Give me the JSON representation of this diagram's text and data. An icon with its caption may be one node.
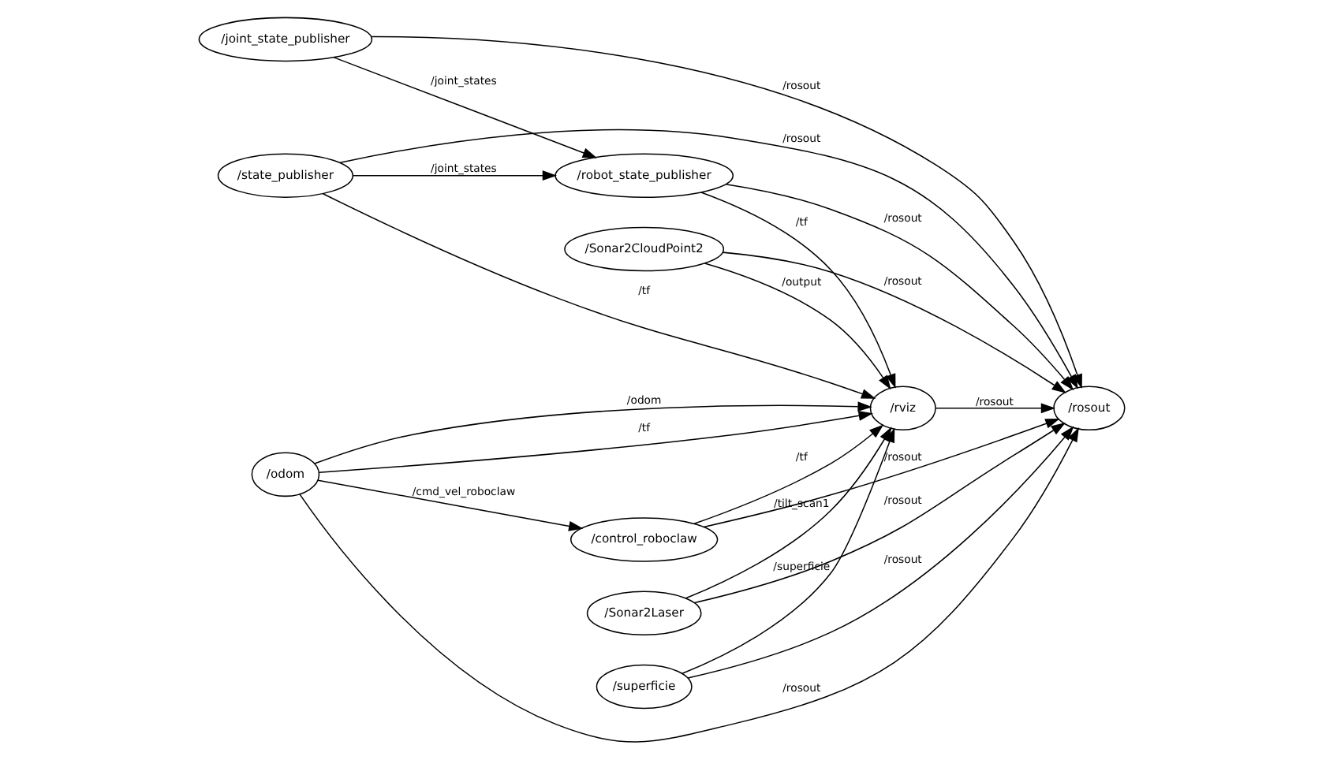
{
  "diagram": {
    "nodes": [
      {
        "text": [
          "/joint_state_publisher"
        ]
      },
      {
        "text": [
          "/state_publisher"
        ]
      },
      {
        "text": [
          "/robot_state_publisher"
        ]
      },
      {
        "text": [
          "/Sonar2Laser"
        ]
      },
      {
        "text": [
          "/Sonar2CloudPoint2"
        ]
      },
      {
        "text": [
          "/rosout"
        ]
      },
      {
        "text": [
          "/rviz"
        ]
      },
      {
        "text": [
          "/odom"
        ]
      },
      {
        "text": [
          "/control_roboclaw"
        ]
      },
      {
        "text": [
          "/superficie"
        ]
      }
    ],
    "edges": [
      {
        "from": 0,
        "to": 5,
        "arrow": "to",
        "label": "/rosout"
      },
      {
        "from": 0,
        "to": 2,
        "arrow": "to",
        "label": "/joint_states"
      },
      {
        "from": 1,
        "to": 5,
        "arrow": "to",
        "label": "/rosout"
      },
      {
        "from": 1,
        "to": 2,
        "arrow": "to",
        "label": "/joint_states"
      },
      {
        "from": 2,
        "to": 5,
        "arrow": "to",
        "label": "/rosout"
      },
      {
        "from": 2,
        "to": 6,
        "arrow": "to",
        "label": "/tf"
      },
      {
        "from": 3,
        "to": 5,
        "arrow": "to",
        "label": "/rosout"
      },
      {
        "from": 3,
        "to": 6,
        "arrow": "to",
        "label": "/tilt_scan1"
      },
      {
        "from": 4,
        "to": 5,
        "arrow": "to",
        "label": "/rosout"
      },
      {
        "from": 4,
        "to": 6,
        "arrow": "to",
        "label": "/output"
      },
      {
        "from": 1,
        "to": 6,
        "arrow": "to",
        "label": "/tf"
      },
      {
        "from": 6,
        "to": 5,
        "arrow": "to",
        "label": "/rosout"
      },
      {
        "from": 7,
        "to": 6,
        "arrow": "to",
        "label": "/odom"
      },
      {
        "from": 7,
        "to": 6,
        "arrow": "to",
        "label": "/tf"
      },
      {
        "from": 7,
        "to": 8,
        "arrow": "to",
        "label": "/cmd_vel_roboclaw"
      },
      {
        "from": 8,
        "to": 6,
        "arrow": "to",
        "label": "/tf"
      },
      {
        "from": 8,
        "to": 5,
        "arrow": "to",
        "label": "/rosout"
      },
      {
        "from": 9,
        "to": 6,
        "arrow": "to",
        "label": "/superficie"
      },
      {
        "from": 9,
        "to": 5,
        "arrow": "to",
        "label": "/rosout"
      },
      {
        "from": 7,
        "to": 5,
        "arrow": "to",
        "label": "/rosout"
      }
    ]
  }
}
